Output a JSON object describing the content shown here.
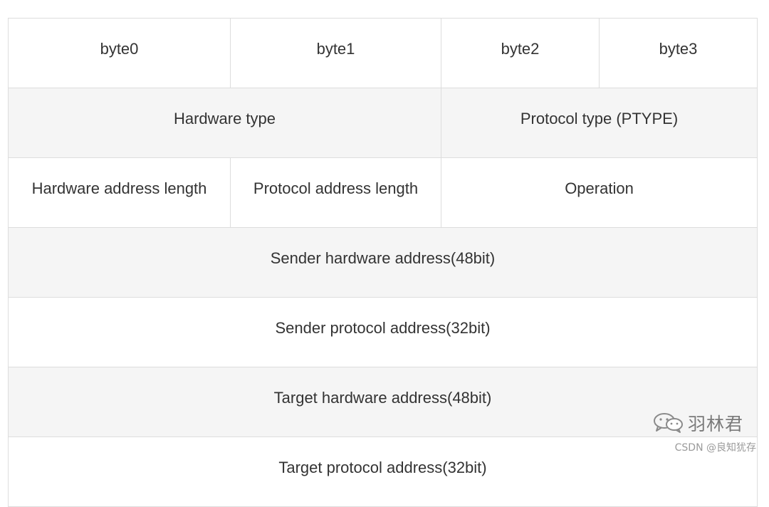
{
  "table": {
    "header": [
      "byte0",
      "byte1",
      "byte2",
      "byte3"
    ],
    "rows": [
      [
        "Hardware type",
        "Protocol type (PTYPE)"
      ],
      [
        "Hardware address length",
        "Protocol address length",
        "Operation"
      ],
      [
        "Sender hardware address(48bit)"
      ],
      [
        "Sender protocol address(32bit)"
      ],
      [
        "Target hardware address(48bit)"
      ],
      [
        "Target protocol address(32bit)"
      ]
    ]
  },
  "watermark": {
    "name": "羽林君",
    "source": "CSDN @良知犹存"
  }
}
